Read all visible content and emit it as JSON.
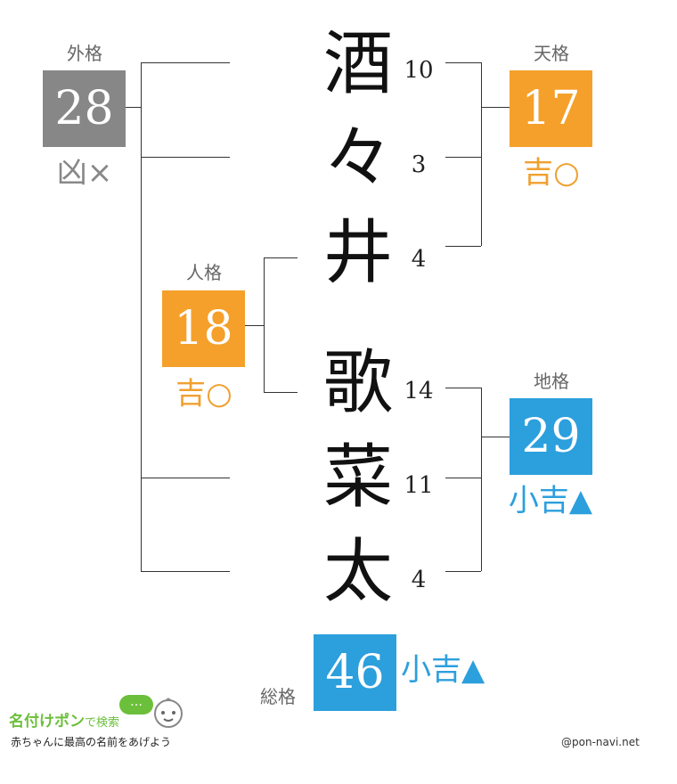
{
  "name_chars": [
    {
      "char": "酒",
      "strokes": "10"
    },
    {
      "char": "々",
      "strokes": "3"
    },
    {
      "char": "井",
      "strokes": "4"
    },
    {
      "char": "歌",
      "strokes": "14"
    },
    {
      "char": "菜",
      "strokes": "11"
    },
    {
      "char": "太",
      "strokes": "4"
    }
  ],
  "gaikaku": {
    "label": "外格",
    "value": "28",
    "verdict": "凶×",
    "color": "#878787"
  },
  "tenkaku": {
    "label": "天格",
    "value": "17",
    "verdict": "吉○",
    "color": "#f5a02a"
  },
  "jinkaku": {
    "label": "人格",
    "value": "18",
    "verdict": "吉○",
    "color": "#f5a02a"
  },
  "chikaku": {
    "label": "地格",
    "value": "29",
    "verdict": "小吉▲",
    "color": "#2c9fdd"
  },
  "soukaku": {
    "label": "総格",
    "value": "46",
    "verdict": "小吉▲",
    "color": "#2c9fdd"
  },
  "footer": {
    "logo": "名付けポン",
    "logo_suffix": "で検索",
    "bubble": "…",
    "tagline": "赤ちゃんに最高の名前をあげよう",
    "site": "@pon-navi.net"
  }
}
